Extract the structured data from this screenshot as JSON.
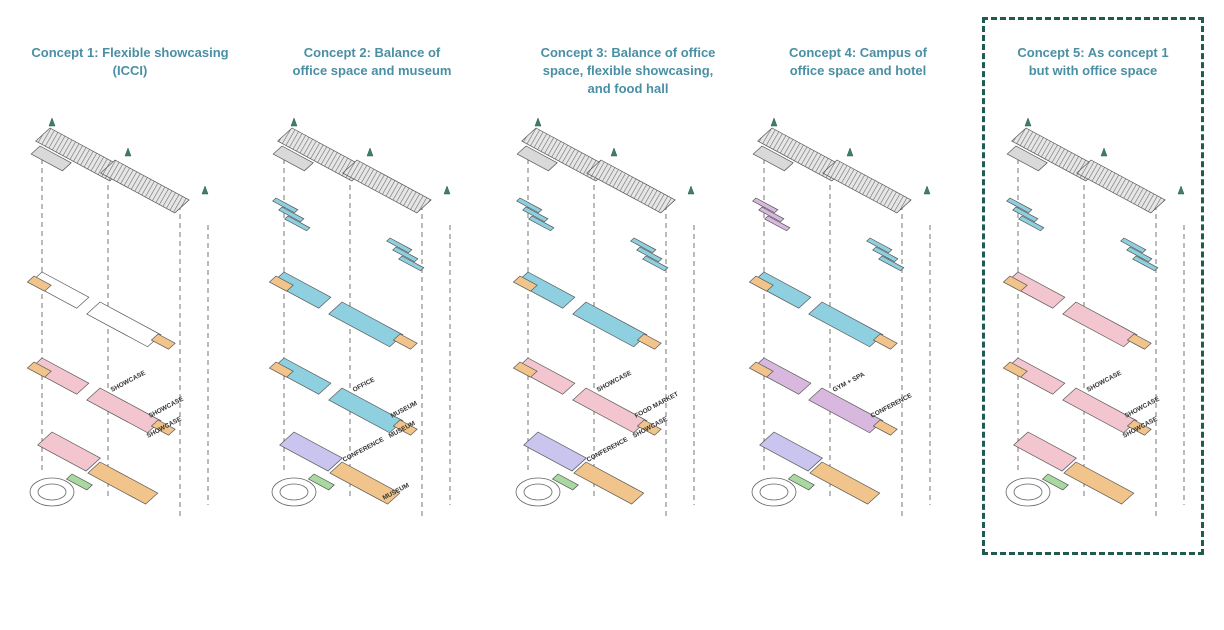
{
  "concepts": [
    {
      "title_lines": [
        "Concept 1: Flexible showcasing",
        "(ICCI)"
      ],
      "labels": [
        "SHOWCASE",
        "SHOWCASE",
        "SHOWCASE"
      ],
      "highlighted": false
    },
    {
      "title_lines": [
        "Concept 2: Balance of",
        "office space and museum"
      ],
      "labels": [
        "OFFICE",
        "MUSEUM",
        "MUSEUM",
        "CONFERENCE",
        "MUSEUM"
      ],
      "highlighted": false
    },
    {
      "title_lines": [
        "Concept 3: Balance of office",
        "space, flexible showcasing,",
        "and food hall"
      ],
      "labels": [
        "SHOWCASE",
        "FOOD MARKET",
        "SHOWCASE",
        "CONFERENCE"
      ],
      "highlighted": false
    },
    {
      "title_lines": [
        "Concept 4: Campus of",
        "office space and hotel"
      ],
      "labels": [
        "GYM + SPA",
        "CONFERENCE"
      ],
      "highlighted": false
    },
    {
      "title_lines": [
        "Concept 5: As concept 1",
        "but with office space"
      ],
      "labels": [
        "SHOWCASE",
        "SHOWCASE",
        "SHOWCASE"
      ],
      "highlighted": true
    }
  ],
  "colors": {
    "title": "#4a8fa3",
    "office": "#8ecfe0",
    "showcase": "#f3c6cf",
    "support": "#f0c48a",
    "green": "#a9d9a1",
    "hotel": "#d9b8e0",
    "conference": "#c9c5ef",
    "box_border": "#1f5c4f"
  }
}
